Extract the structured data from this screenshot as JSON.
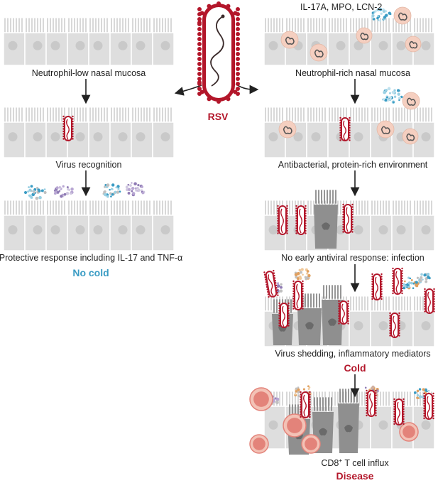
{
  "virus_label": "RSV",
  "header_right": "IL-17A, MPO, LCN-2",
  "left": {
    "panel1": "Neutrophil-low nasal mucosa",
    "panel2": "Virus recognition",
    "panel3": "Protective response including IL-17 and TNF-α",
    "outcome": "No cold"
  },
  "right": {
    "panel1": "Neutrophil-rich nasal mucosa",
    "panel2": "Antibacterial, protein-rich environment",
    "panel3": "No early antiviral response: infection",
    "panel4": "Virus shedding, inflammatory mediators",
    "outcome4": "Cold",
    "panel5_pre": "CD8",
    "panel5_sup": "+",
    "panel5_post": " T cell influx",
    "outcome5": "Disease"
  },
  "colors": {
    "cell_fill": "#dedede",
    "cell_stroke": "#ffffff",
    "nucleus": "#c9c9c9",
    "virus_red": "#b3162a",
    "dark_cell": "#8f8f8f",
    "neutrophil": "#f5cfc0",
    "tcell": "#e3837a",
    "cyan": "#3a9cc4",
    "purple": "#8f7bb4",
    "orange": "#e0a060"
  }
}
